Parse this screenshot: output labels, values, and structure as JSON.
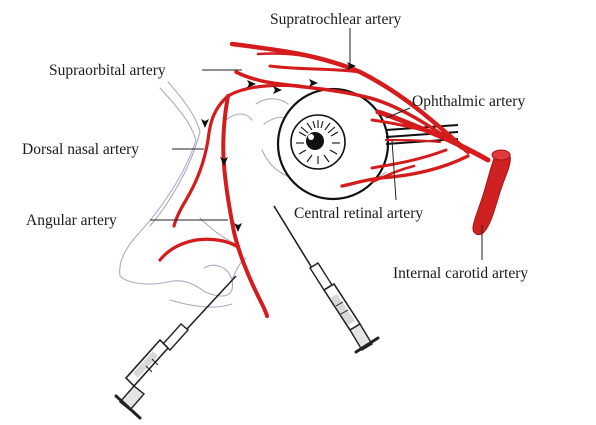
{
  "labels": {
    "supratrochlear": "Supratrochlear artery",
    "supraorbital": "Supraorbital artery",
    "ophthalmic": "Ophthalmic artery",
    "dorsal_nasal": "Dorsal nasal artery",
    "angular": "Angular artery",
    "central_retinal": "Central retinal artery",
    "internal_carotid": "Internal carotid artery"
  },
  "colors": {
    "artery": "#d51c1c",
    "carotid": "#cf2121",
    "sketch": "#a9abc0",
    "syringe_fill": "#d8d8d8"
  },
  "icons": {
    "flow": "arrowhead",
    "injection": "syringe"
  }
}
